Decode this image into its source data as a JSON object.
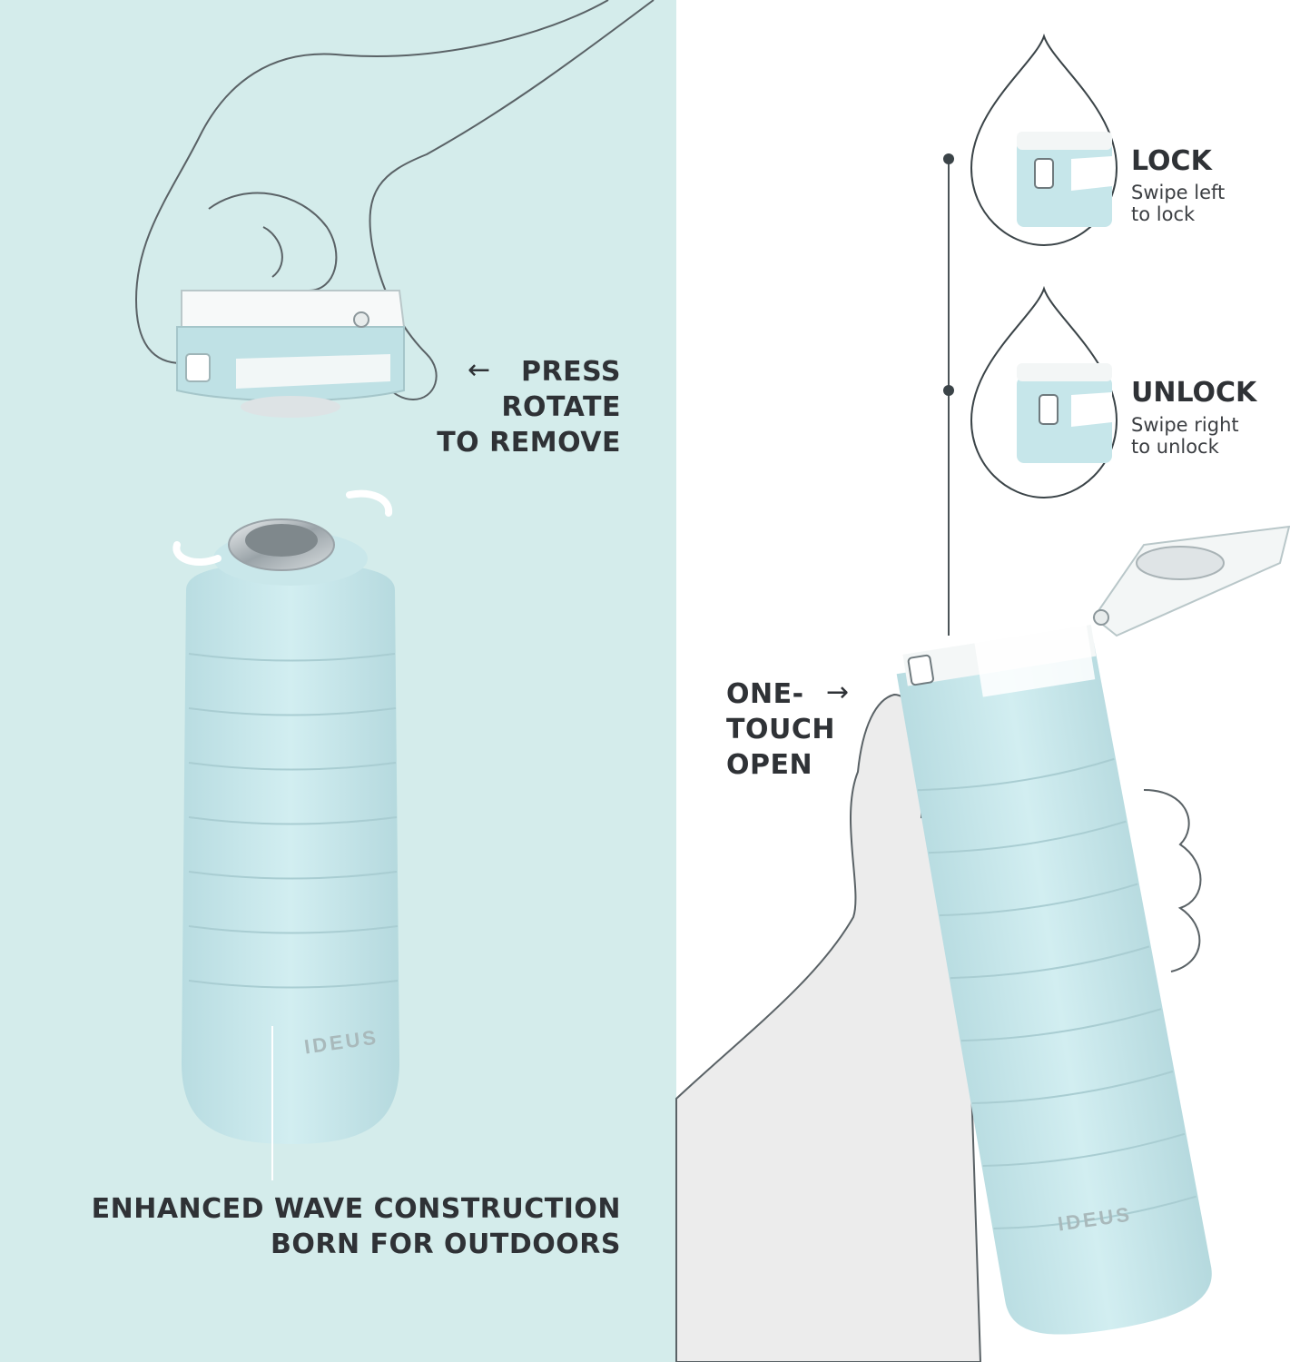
{
  "left_panel": {
    "press_label": [
      "PRESS",
      "ROTATE",
      "TO REMOVE"
    ],
    "enhanced_label": [
      "ENHANCED WAVE CONSTRUCTION",
      "BORN FOR OUTDOORS"
    ],
    "brand": "IDEUS"
  },
  "right_panel": {
    "lock": {
      "title": "LOCK",
      "desc": [
        "Swipe left",
        "to lock"
      ]
    },
    "unlock": {
      "title": "UNLOCK",
      "desc": [
        "Swipe right",
        "to unlock"
      ]
    },
    "one_touch_label": [
      "ONE-",
      "TOUCH",
      "OPEN"
    ],
    "brand": "IDEUS"
  },
  "colors": {
    "left_background": "#d4eceb",
    "bottle": "#c6e6ea",
    "text": "#2f3236"
  }
}
